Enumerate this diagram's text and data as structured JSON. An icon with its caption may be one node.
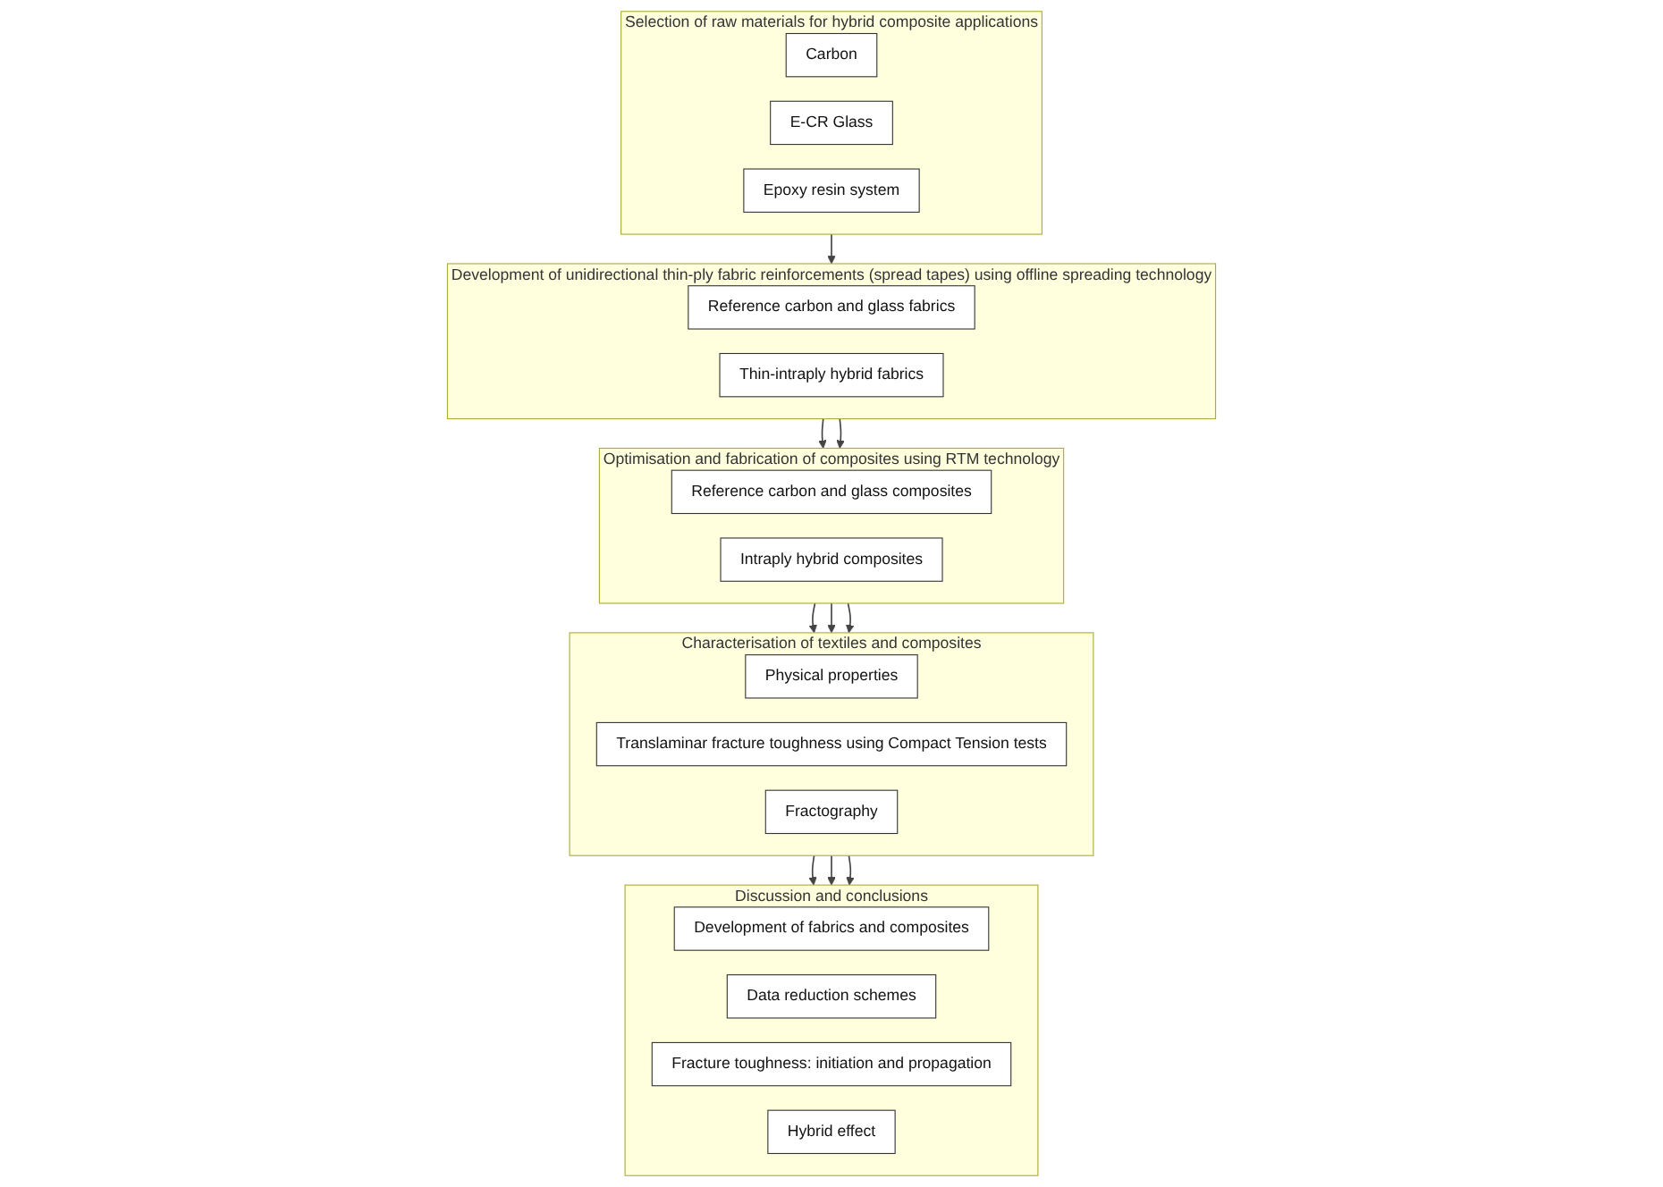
{
  "diagram": {
    "nodes": [
      {
        "text": [
          "Selection of raw materials for hybrid composite applications"
        ]
      },
      {
        "text": [
          "Carbon"
        ],
        "in": 0
      },
      {
        "text": [
          "E-CR Glass"
        ],
        "in": 0
      },
      {
        "text": [
          "Epoxy resin system"
        ],
        "in": 0
      },
      {
        "text": [
          "Development of unidirectional thin-ply fabric reinforcements (spread tapes) using offline spreading technology"
        ]
      },
      {
        "text": [
          "Reference carbon and glass fabrics"
        ],
        "in": 4
      },
      {
        "text": [
          "Thin-intraply hybrid fabrics"
        ],
        "in": 4
      },
      {
        "text": [
          "Optimisation and fabrication of composites using RTM technology"
        ]
      },
      {
        "text": [
          "Reference carbon and glass composites"
        ],
        "in": 7
      },
      {
        "text": [
          "Intraply hybrid composites"
        ],
        "in": 7
      },
      {
        "text": [
          "Characterisation of textiles and composites"
        ]
      },
      {
        "text": [
          "Physical properties"
        ],
        "in": 10
      },
      {
        "text": [
          "Translaminar fracture toughness using Compact Tension tests"
        ],
        "in": 10
      },
      {
        "text": [
          "Fractography"
        ],
        "in": 10
      },
      {
        "text": [
          "Discussion and conclusions"
        ]
      },
      {
        "text": [
          "Development of fabrics and composites"
        ],
        "in": 14
      },
      {
        "text": [
          "Data reduction schemes"
        ],
        "in": 14
      },
      {
        "text": [
          "Fracture toughness: initiation and propagation"
        ],
        "in": 14
      },
      {
        "text": [
          "Hybrid effect"
        ],
        "in": 14
      }
    ],
    "edges": [
      {
        "from": 0,
        "to": 4,
        "arrow": "to"
      },
      {
        "from": 4,
        "to": 7,
        "arrow": "to"
      },
      {
        "from": 4,
        "to": 7,
        "arrow": "to"
      },
      {
        "from": 7,
        "to": 10,
        "arrow": "to"
      },
      {
        "from": 7,
        "to": 10,
        "arrow": "to"
      },
      {
        "from": 7,
        "to": 10,
        "arrow": "to"
      },
      {
        "from": 10,
        "to": 14,
        "arrow": "to"
      },
      {
        "from": 10,
        "to": 14,
        "arrow": "to"
      },
      {
        "from": 10,
        "to": 14,
        "arrow": "to"
      }
    ]
  }
}
